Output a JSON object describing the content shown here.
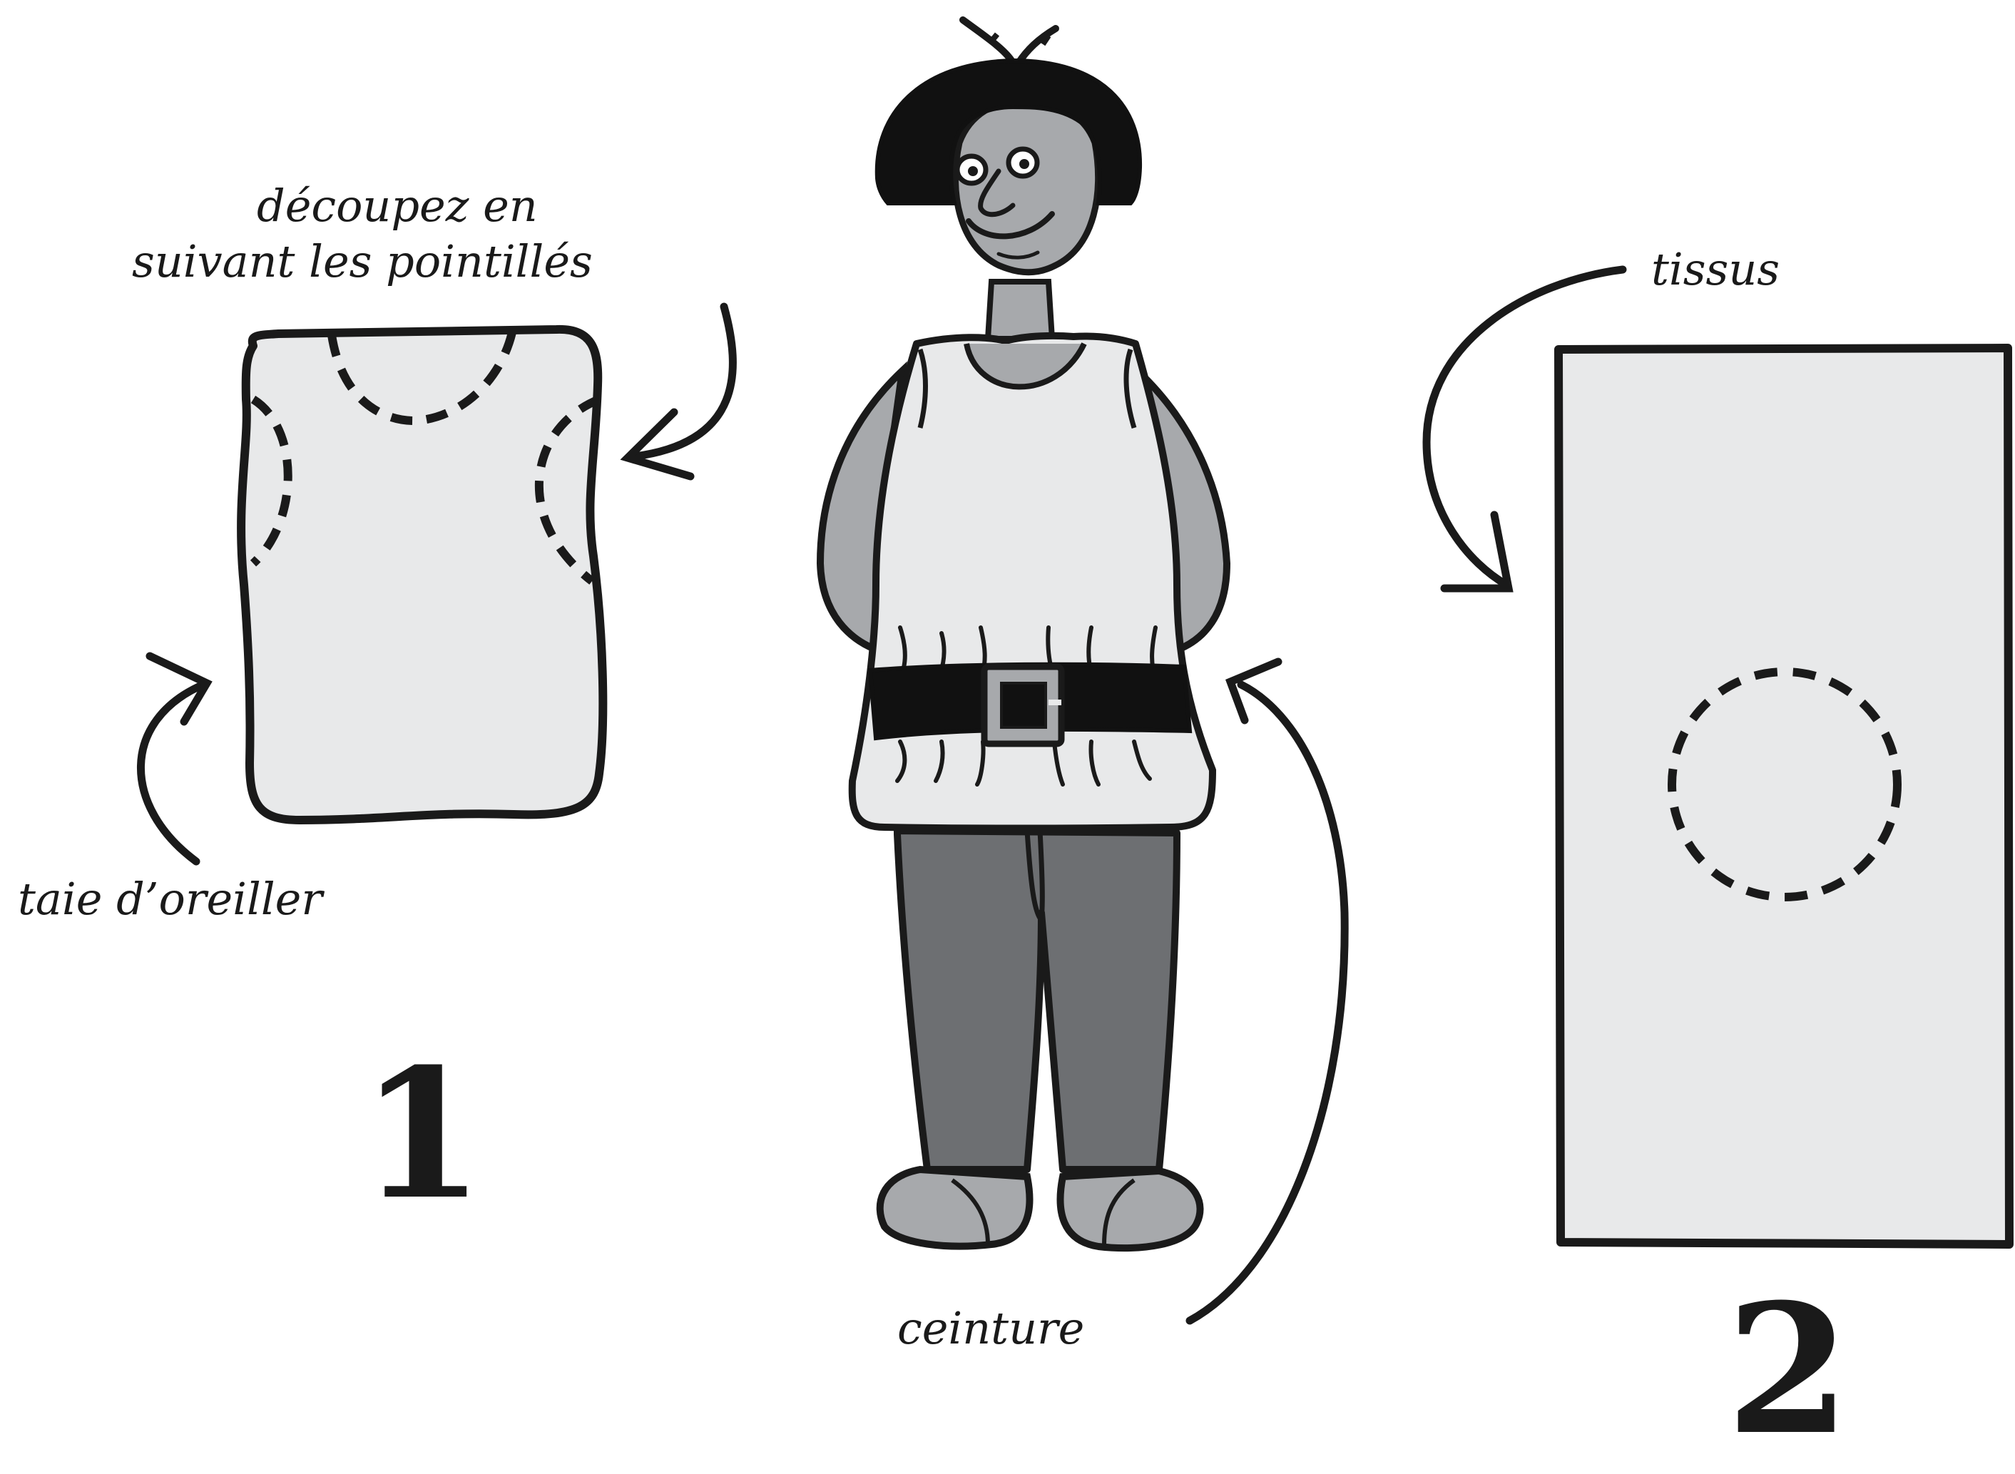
{
  "labels": {
    "cut_line_1": "découpez en",
    "cut_line_2": "suivant les pointillés",
    "pillowcase": "taie d’oreiller",
    "belt": "ceinture",
    "fabric": "tissus"
  },
  "steps": {
    "one": "1",
    "two": "2"
  },
  "colors": {
    "ink": "#1a1a1a",
    "cloth": "#e8e9ea",
    "skin": "#a7a9ac",
    "trousers": "#6d6f72",
    "hair": "#111111",
    "background": "#ffffff"
  }
}
